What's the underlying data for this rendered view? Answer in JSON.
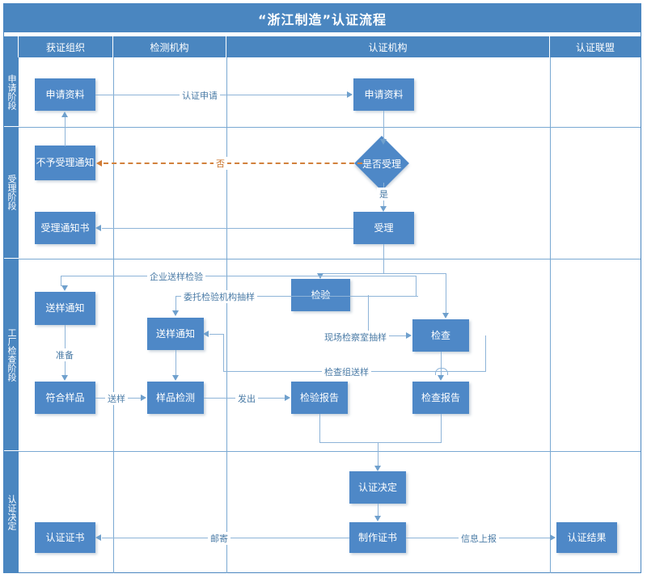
{
  "title": "“浙江制造”认证流程",
  "columns": [
    {
      "key": "org",
      "label": "获证组织"
    },
    {
      "key": "testing",
      "label": "检测机构"
    },
    {
      "key": "cert_body",
      "label": "认证机构"
    },
    {
      "key": "alliance",
      "label": "认证联盟"
    }
  ],
  "stages": [
    {
      "key": "apply",
      "label": "申请阶段"
    },
    {
      "key": "accept",
      "label": "受理阶段"
    },
    {
      "key": "factory",
      "label": "工厂检查阶段"
    },
    {
      "key": "decide",
      "label": "认证决定"
    }
  ],
  "nodes": [
    {
      "id": "n1",
      "label": "申请资料",
      "shape": "box"
    },
    {
      "id": "n2",
      "label": "申请资料",
      "shape": "box"
    },
    {
      "id": "n3",
      "label": "不予受理通知",
      "shape": "box"
    },
    {
      "id": "n4",
      "label": "是否受理",
      "shape": "diamond"
    },
    {
      "id": "n5",
      "label": "受理通知书",
      "shape": "box"
    },
    {
      "id": "n6",
      "label": "受理",
      "shape": "box"
    },
    {
      "id": "n7",
      "label": "送样通知",
      "shape": "box"
    },
    {
      "id": "n8",
      "label": "送样通知",
      "shape": "box"
    },
    {
      "id": "n9",
      "label": "检验",
      "shape": "box"
    },
    {
      "id": "n10",
      "label": "检查",
      "shape": "box"
    },
    {
      "id": "n11",
      "label": "符合样品",
      "shape": "box"
    },
    {
      "id": "n12",
      "label": "样品检测",
      "shape": "box"
    },
    {
      "id": "n13",
      "label": "检验报告",
      "shape": "box"
    },
    {
      "id": "n14",
      "label": "检查报告",
      "shape": "box"
    },
    {
      "id": "n15",
      "label": "认证决定",
      "shape": "box"
    },
    {
      "id": "n16",
      "label": "认证证书",
      "shape": "box"
    },
    {
      "id": "n17",
      "label": "制作证书",
      "shape": "box"
    },
    {
      "id": "n18",
      "label": "认证结果",
      "shape": "box"
    }
  ],
  "edge_labels": [
    {
      "id": "e1",
      "label": "认证申请",
      "style": "solid"
    },
    {
      "id": "e2",
      "label": "否",
      "style": "dashed"
    },
    {
      "id": "e3",
      "label": "是",
      "style": "solid"
    },
    {
      "id": "e4",
      "label": "企业送样检验",
      "style": "solid"
    },
    {
      "id": "e5",
      "label": "委托检验机构抽样",
      "style": "solid"
    },
    {
      "id": "e6",
      "label": "现场检察室抽样",
      "style": "solid"
    },
    {
      "id": "e7",
      "label": "检查组送样",
      "style": "solid"
    },
    {
      "id": "e8",
      "label": "准备",
      "style": "solid"
    },
    {
      "id": "e9",
      "label": "送样",
      "style": "solid"
    },
    {
      "id": "e10",
      "label": "发出",
      "style": "solid"
    },
    {
      "id": "e11",
      "label": "邮寄",
      "style": "solid"
    },
    {
      "id": "e12",
      "label": "信息上报",
      "style": "solid"
    }
  ],
  "colors": {
    "header": "#4a86c0",
    "node": "#4e88c7",
    "grid": "#7aa9d2",
    "connector": "#8eb4d8",
    "dashed": "#d2813c",
    "label_text": "#4a7ba6"
  }
}
